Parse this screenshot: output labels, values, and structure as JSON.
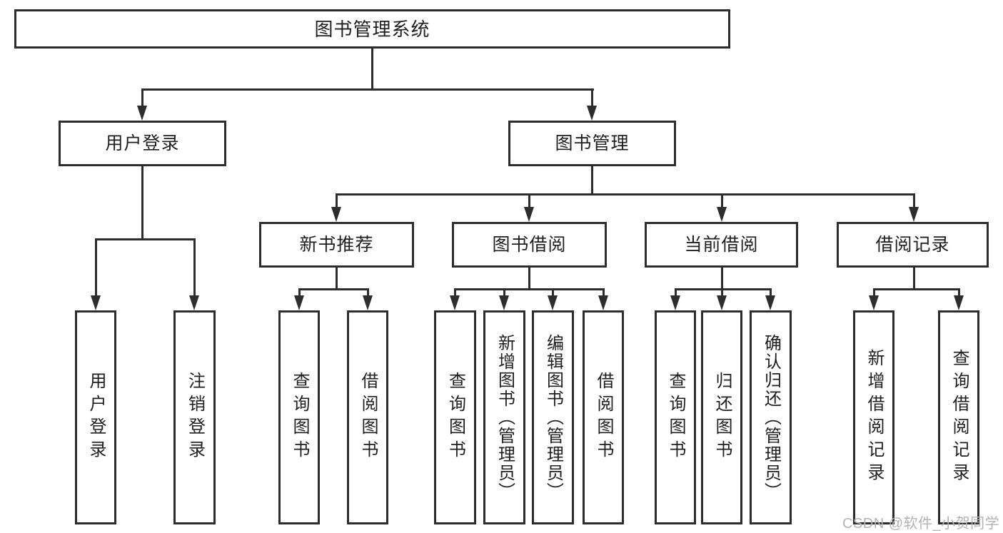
{
  "tree": {
    "root": {
      "label": "图书管理系统"
    },
    "branches": [
      {
        "label": "用户登录",
        "children": [
          {
            "label": "用户登录"
          },
          {
            "label": "注销登录"
          }
        ]
      },
      {
        "label": "图书管理",
        "children": [
          {
            "label": "新书推荐",
            "children": [
              {
                "label": "查询图书"
              },
              {
                "label": "借阅图书"
              }
            ]
          },
          {
            "label": "图书借阅",
            "children": [
              {
                "label": "查询图书"
              },
              {
                "label": "新增图书（管理员）"
              },
              {
                "label": "编辑图书（管理员）"
              },
              {
                "label": "借阅图书"
              }
            ]
          },
          {
            "label": "当前借阅",
            "children": [
              {
                "label": "查询图书"
              },
              {
                "label": "归还图书"
              },
              {
                "label": "确认归还（管理员）"
              }
            ]
          },
          {
            "label": "借阅记录",
            "children": [
              {
                "label": "新增借阅记录"
              },
              {
                "label": "查询借阅记录"
              }
            ]
          }
        ]
      }
    ]
  },
  "watermark": {
    "text": "CSDN @软件_小贺同学"
  },
  "colors": {
    "line": "#2d2d2d",
    "box_border": "#2d2d2d",
    "box_background": "#ffffff",
    "text": "#1f1f1f",
    "watermark": "#b3b3b3"
  }
}
